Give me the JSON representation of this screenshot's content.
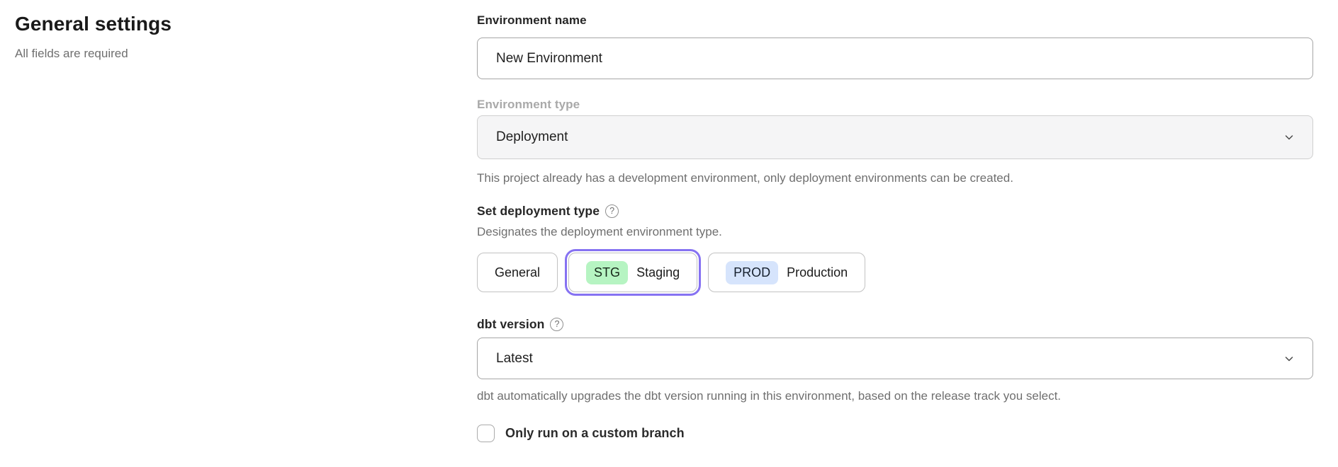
{
  "page": {
    "title": "General settings",
    "subtitle": "All fields are required"
  },
  "form": {
    "environment_name": {
      "label": "Environment name",
      "value": "New Environment"
    },
    "environment_type": {
      "label": "Environment type",
      "value": "Deployment",
      "disabled": true,
      "helper": "This project already has a development environment, only deployment environments can be created."
    },
    "deployment_type": {
      "label": "Set deployment type",
      "helper": "Designates the deployment environment type.",
      "options": [
        {
          "label": "General",
          "badge": "",
          "selected": false
        },
        {
          "label": "Staging",
          "badge": "STG",
          "selected": true
        },
        {
          "label": "Production",
          "badge": "PROD",
          "selected": false
        }
      ]
    },
    "dbt_version": {
      "label": "dbt version",
      "value": "Latest",
      "helper": "dbt automatically upgrades the dbt version running in this environment, based on the release track you select."
    },
    "custom_branch": {
      "label": "Only run on a custom branch",
      "checked": false
    }
  },
  "icons": {
    "help_glyph": "?",
    "help": "question-mark-circle-icon",
    "chevron": "chevron-down-icon"
  },
  "colors": {
    "selected_ring_purple": "#8672f2",
    "staging_badge_green": "#b6f4c2",
    "production_badge_blue": "#d6e4fc",
    "disabled_field_bg": "#f5f5f6",
    "helper_text_gray": "#6f6f6f"
  }
}
